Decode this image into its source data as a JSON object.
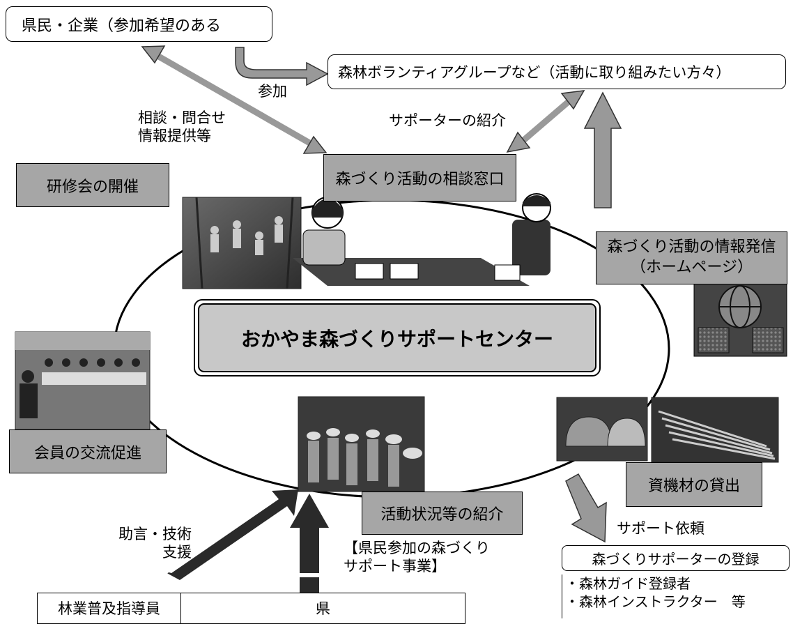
{
  "top_left_box": "県民・企業（参加希望のある",
  "top_right_box": "森林ボランティアグループなど（活動に取り組みたい方々）",
  "sanka_label": "参加",
  "consult_label_1": "相談・問合せ",
  "consult_label_2": "情報提供等",
  "supporter_intro_label": "サポーターの紹介",
  "consult_window": "森づくり活動の相談窓口",
  "training_box": "研修会の開催",
  "info_box_line1": "森づくり活動の情報発信",
  "info_box_line2": "（ホームページ）",
  "center_title": "おかやま森づくりサポートセンター",
  "exchange_box": "会員の交流促進",
  "lending_box": "資機材の貸出",
  "activity_intro_box": "活動状況等の紹介",
  "support_request_label": "サポート依頼",
  "advice_label_1": "助言・技術",
  "advice_label_2": "支援",
  "project_label_1": "【県民参加の森づくり",
  "project_label_2": "サポート事業】",
  "supporter_reg_title": "森づくりサポーターの登録",
  "supporter_reg_items": [
    "・森林ガイド登録者",
    "・森林インストラクター　等"
  ],
  "forestry_instructor": "林業普及指導員",
  "prefecture": "県",
  "colors": {
    "gray_box": "#a6a6a6",
    "arrow_fill": "#999999",
    "dark_arrow": "#2a2a2a",
    "center_fill": "#c8c8c8"
  },
  "icons": {
    "photo_forest_work": "forest-workers-photo",
    "illustration_consult": "consultation-illustration",
    "illustration_web": "globe-computers-icon",
    "photo_meeting": "meeting-photo",
    "photo_group": "group-forest-photo",
    "photo_helmets": "helmets-photo",
    "photo_tools": "tools-photo"
  }
}
